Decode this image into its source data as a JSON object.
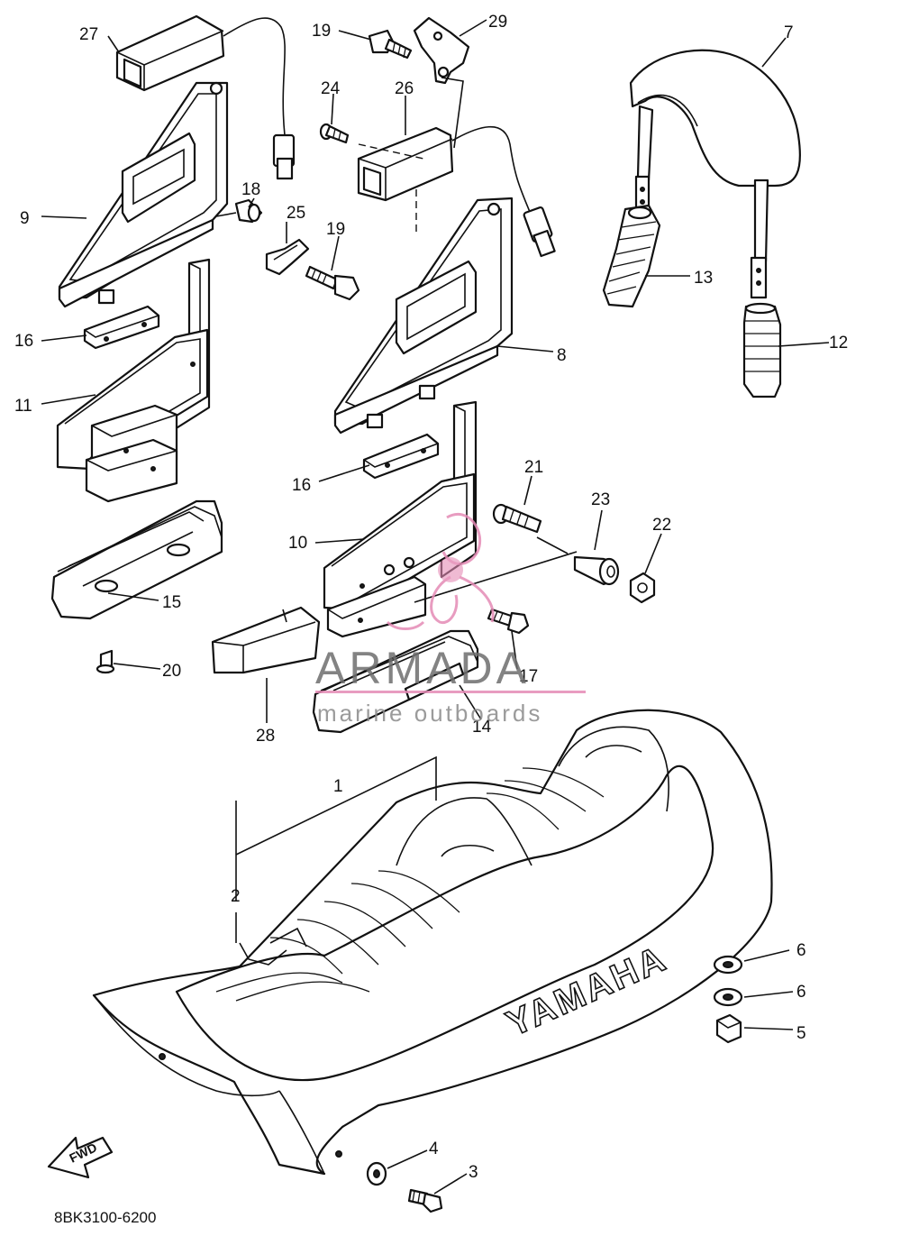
{
  "watermark": {
    "brand": "ARMADA",
    "tagline": "marine outboards"
  },
  "seat_logo": "YAMAHA",
  "fwd_arrow_label": "FWD",
  "figure_code": "8BK3100-6200",
  "callouts": {
    "c1": "1",
    "c2": "2",
    "c3": "3",
    "c4": "4",
    "c5": "5",
    "c6a": "6",
    "c6b": "6",
    "c7": "7",
    "c8": "8",
    "c9": "9",
    "c10": "10",
    "c11": "11",
    "c12": "12",
    "c13": "13",
    "c14": "14",
    "c15": "15",
    "c16a": "16",
    "c16b": "16",
    "c17": "17",
    "c18": "18",
    "c19a": "19",
    "c19b": "19",
    "c20": "20",
    "c21": "21",
    "c22": "22",
    "c23": "23",
    "c24": "24",
    "c25": "25",
    "c26": "26",
    "c27": "27",
    "c28": "28",
    "c29": "29"
  }
}
